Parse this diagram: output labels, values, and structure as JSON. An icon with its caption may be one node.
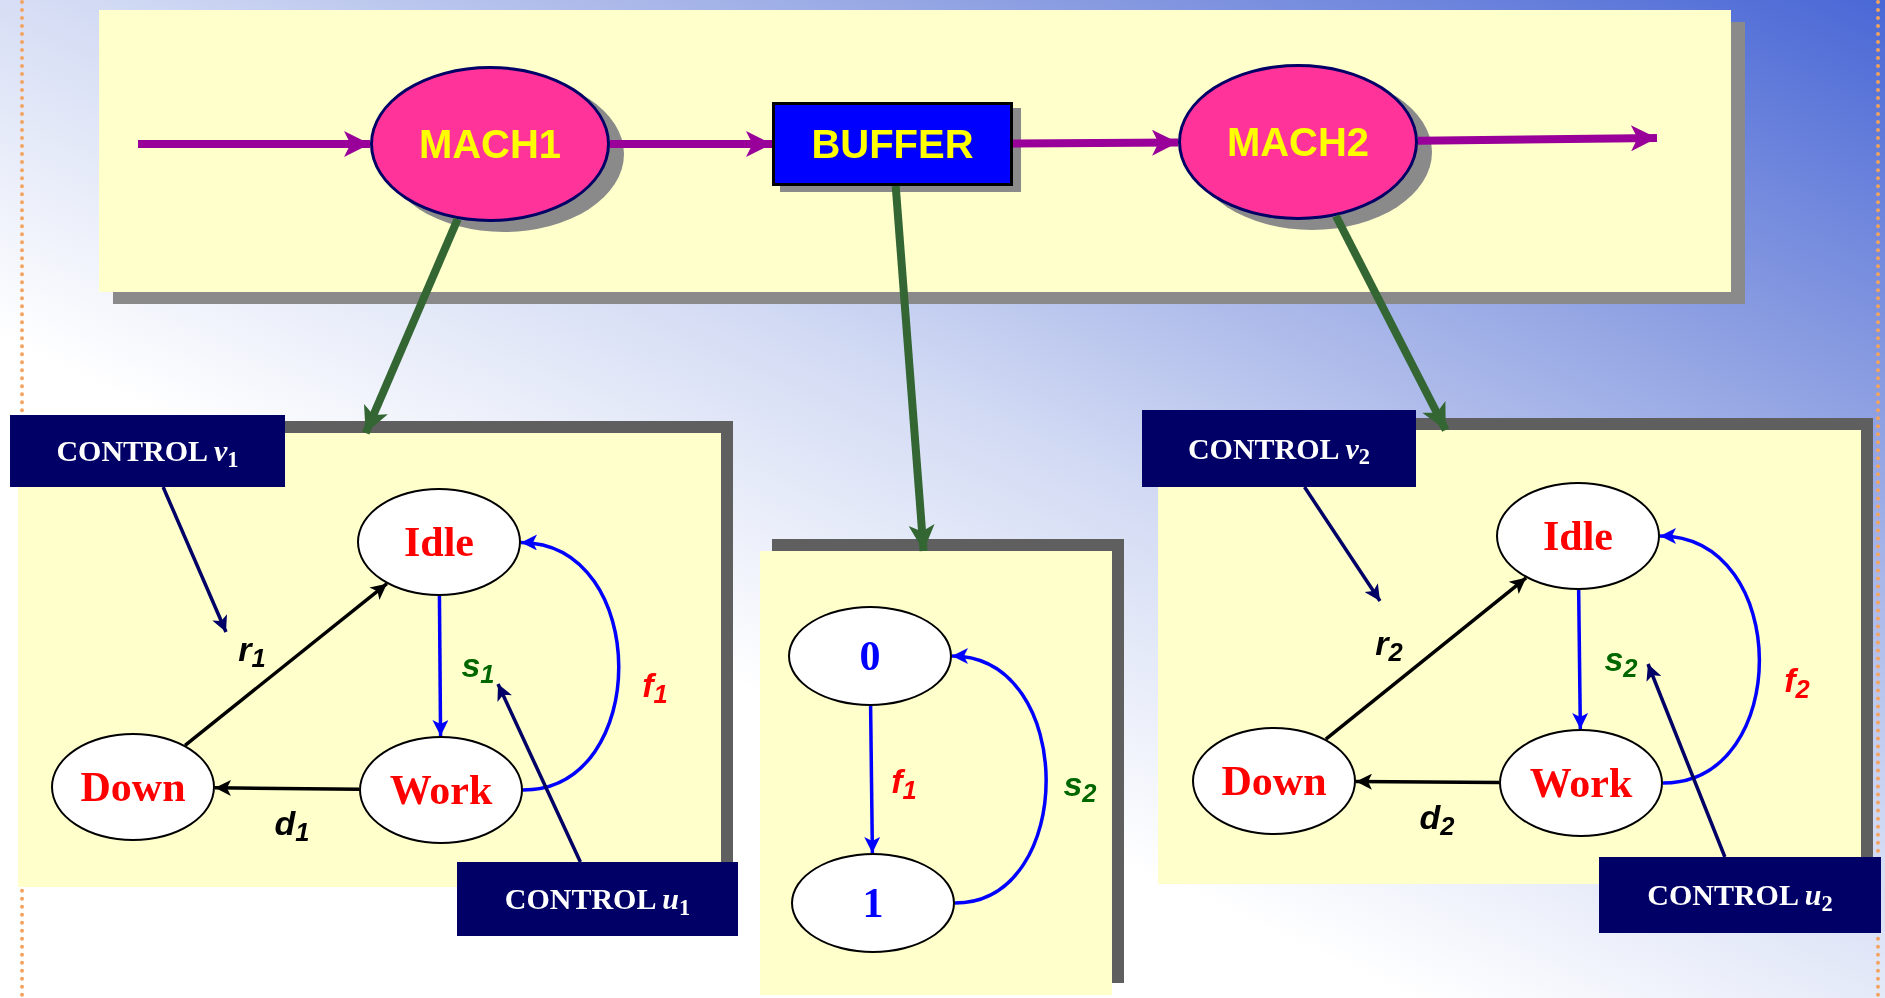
{
  "diagram": {
    "nodes": [
      {
        "text": [],
        "shape": "box"
      },
      {
        "text": [
          "MACH1"
        ],
        "in": 0
      },
      {
        "text": [
          "BUFFER"
        ],
        "in": 0
      },
      {
        "text": [
          "MACH2"
        ],
        "in": 0
      },
      {
        "text": [],
        "shape": "box"
      },
      {
        "text": [
          "Idle"
        ],
        "in": 4
      },
      {
        "text": [
          "Down"
        ],
        "in": 4
      },
      {
        "text": [
          "Work"
        ],
        "in": 4
      },
      {
        "text": [
          "CONTROL *v*$_{1}$"
        ]
      },
      {
        "text": [
          "CONTROL *u*$_{1}$"
        ]
      },
      {
        "text": [],
        "shape": "box"
      },
      {
        "text": [
          "0"
        ],
        "in": 10
      },
      {
        "text": [
          "1"
        ],
        "in": 10
      },
      {
        "text": [],
        "shape": "box"
      },
      {
        "text": [
          "Idle"
        ],
        "in": 13
      },
      {
        "text": [
          "Down"
        ],
        "in": 13
      },
      {
        "text": [
          "Work"
        ],
        "in": 13
      },
      {
        "text": [
          "CONTROL *v*$_{2}$"
        ]
      },
      {
        "text": [
          "CONTROL *u*$_{2}$"
        ]
      }
    ],
    "edges": [
      {
        "from": null,
        "to": 1,
        "arrow": "to",
        "style": "thick",
        "color": "#990099"
      },
      {
        "from": 1,
        "to": 2,
        "arrow": "to",
        "style": "thick",
        "color": "#990099"
      },
      {
        "from": 2,
        "to": 3,
        "arrow": "to",
        "style": "thick",
        "color": "#990099"
      },
      {
        "from": 3,
        "to": null,
        "arrow": "to",
        "style": "thick",
        "color": "#990099"
      },
      {
        "from": 1,
        "to": 4,
        "arrow": "to",
        "style": "thick",
        "color": "#336633"
      },
      {
        "from": 2,
        "to": 10,
        "arrow": "to",
        "style": "thick",
        "color": "#336633"
      },
      {
        "from": 3,
        "to": 13,
        "arrow": "to",
        "style": "thick",
        "color": "#336633"
      },
      {
        "from": 6,
        "to": 5,
        "arrow": "to",
        "label": "r$_{1}$",
        "color": "#000000"
      },
      {
        "from": 5,
        "to": 7,
        "arrow": "to",
        "label": "s$_{1}$"
      },
      {
        "from": 7,
        "to": 6,
        "arrow": "to",
        "label": "d$_{1}$",
        "color": "#000000"
      },
      {
        "from": 7,
        "to": 5,
        "arrow": "to",
        "label": "f$_{1}$"
      },
      {
        "from": 8,
        "to": null,
        "arrow": "to",
        "color": "#000066"
      },
      {
        "from": 9,
        "to": null,
        "arrow": "to",
        "color": "#000066"
      },
      {
        "from": 11,
        "to": 12,
        "arrow": "to",
        "label": "f$_{1}$"
      },
      {
        "from": 12,
        "to": 11,
        "arrow": "to",
        "label": "s$_{2}$"
      },
      {
        "from": 15,
        "to": 14,
        "arrow": "to",
        "label": "r$_{2}$",
        "color": "#000000"
      },
      {
        "from": 14,
        "to": 16,
        "arrow": "to",
        "label": "s$_{2}$"
      },
      {
        "from": 16,
        "to": 15,
        "arrow": "to",
        "label": "d$_{2}$",
        "color": "#000000"
      },
      {
        "from": 16,
        "to": 14,
        "arrow": "to",
        "label": "f$_{2}$"
      },
      {
        "from": 17,
        "to": null,
        "arrow": "to",
        "color": "#000066"
      },
      {
        "from": 18,
        "to": null,
        "arrow": "to",
        "color": "#000066"
      }
    ]
  }
}
